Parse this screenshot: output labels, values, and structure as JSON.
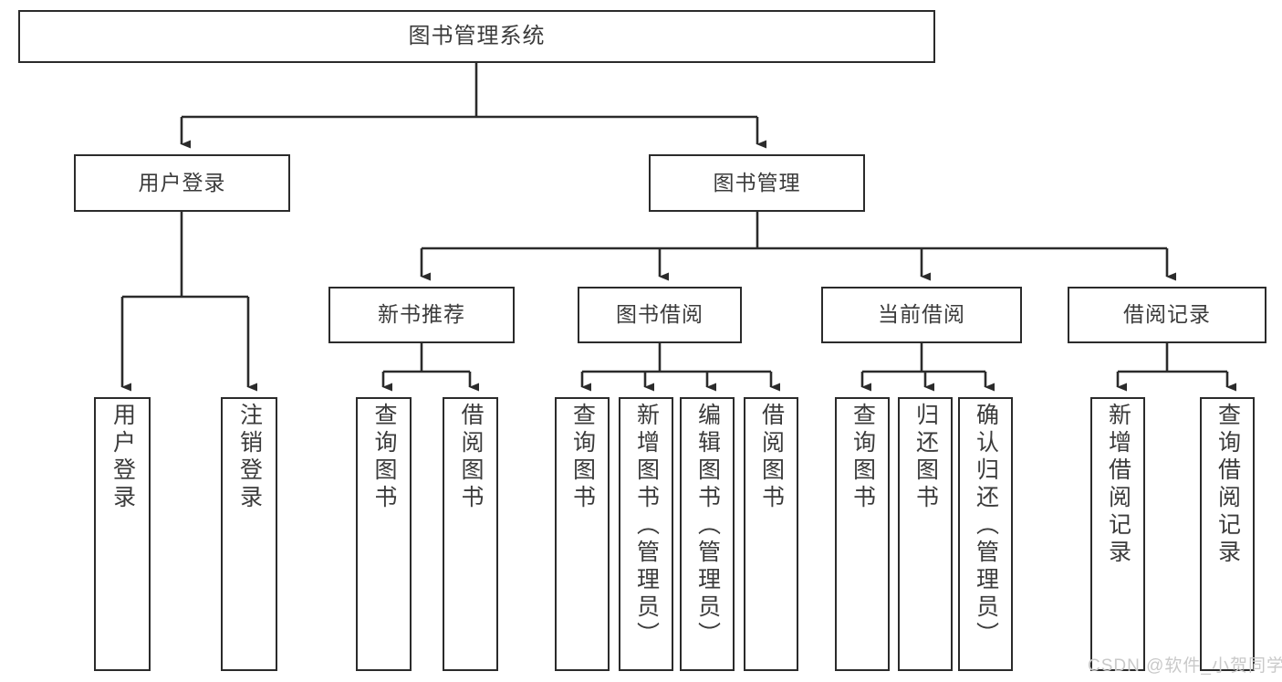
{
  "diagram": {
    "title": "图书管理系统",
    "type": "hierarchy-tree",
    "orientation": "top-down",
    "colors": {
      "box_border": "#2b2b2b",
      "box_fill": "#ffffff",
      "connector": "#2b2b2b",
      "text": "#3b3b3b",
      "watermark": "#c9c9c9",
      "background": "#ffffff"
    },
    "watermark": "CSDN @软件_小贺同学"
  },
  "nodes": {
    "root": {
      "label": "图书管理系统"
    },
    "level2": [
      {
        "label": "用户登录"
      },
      {
        "label": "图书管理"
      }
    ],
    "level3": [
      {
        "label": "新书推荐"
      },
      {
        "label": "图书借阅"
      },
      {
        "label": "当前借阅"
      },
      {
        "label": "借阅记录"
      }
    ],
    "leaves": [
      {
        "label": "用户登录",
        "parent": "用户登录"
      },
      {
        "label": "注销登录",
        "parent": "用户登录"
      },
      {
        "label": "查询图书",
        "parent": "新书推荐"
      },
      {
        "label": "借阅图书",
        "parent": "新书推荐"
      },
      {
        "label": "查询图书",
        "parent": "图书借阅"
      },
      {
        "label": "新增图书（管理员）",
        "parent": "图书借阅"
      },
      {
        "label": "编辑图书（管理员）",
        "parent": "图书借阅"
      },
      {
        "label": "借阅图书",
        "parent": "图书借阅"
      },
      {
        "label": "查询图书",
        "parent": "当前借阅"
      },
      {
        "label": "归还图书",
        "parent": "当前借阅"
      },
      {
        "label": "确认归还（管理员）",
        "parent": "当前借阅"
      },
      {
        "label": "新增借阅记录",
        "parent": "借阅记录"
      },
      {
        "label": "查询借阅记录",
        "parent": "借阅记录"
      }
    ]
  }
}
